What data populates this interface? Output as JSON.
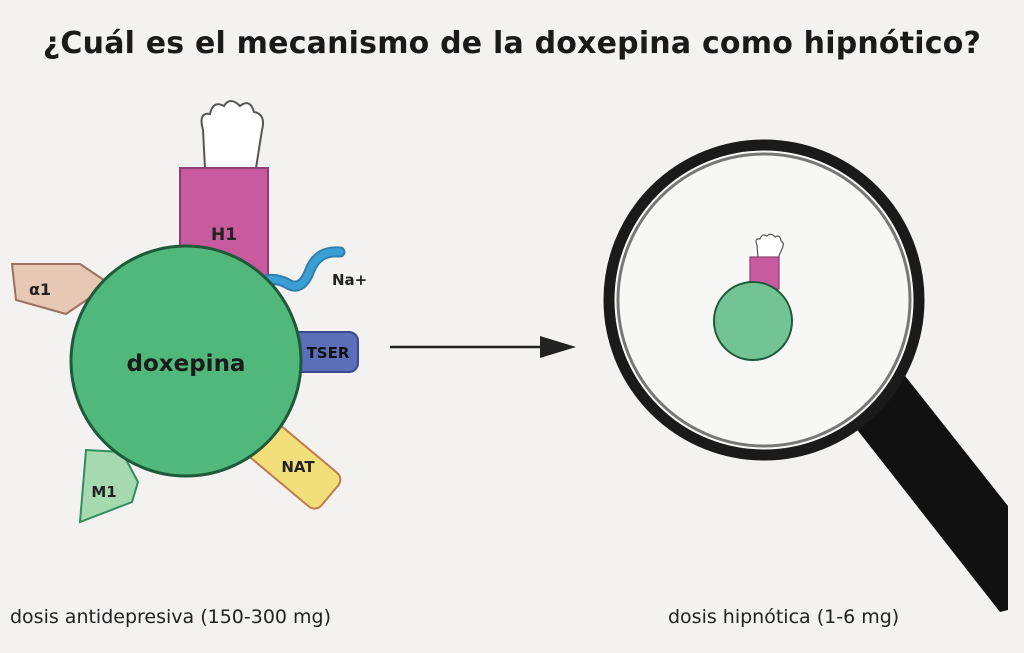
{
  "title": "¿Cuál es el mecanismo de la doxepina como hipnótico?",
  "drug": {
    "label": "doxepina",
    "color": "#4fb87a"
  },
  "receptors": [
    {
      "id": "h1",
      "label": "H1",
      "color": "#c85aa0"
    },
    {
      "id": "a1",
      "label": "α1",
      "color": "#e6c8b4"
    },
    {
      "id": "na",
      "label": "Na+",
      "color": "#3aa0d4"
    },
    {
      "id": "tser",
      "label": "TSER",
      "color": "#5b6fb8"
    },
    {
      "id": "nat",
      "label": "NAT",
      "color": "#f3df7a"
    },
    {
      "id": "m1",
      "label": "M1",
      "color": "#a6d9b0"
    }
  ],
  "captions": {
    "left": "dosis antidepresiva (150-300 mg)",
    "right": "dosis hipnótica (1-6 mg)"
  }
}
